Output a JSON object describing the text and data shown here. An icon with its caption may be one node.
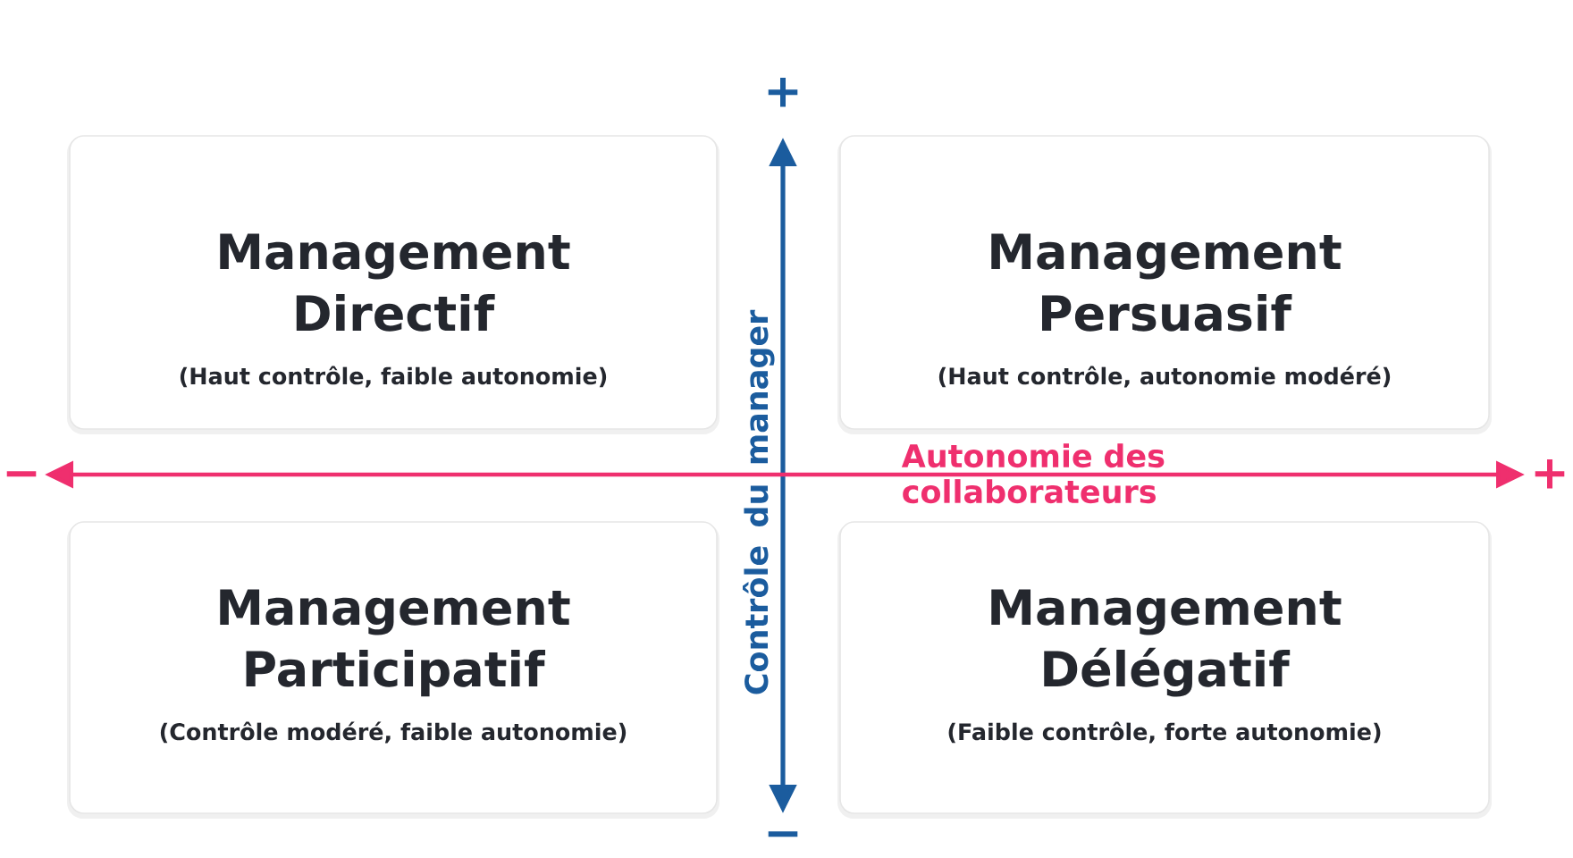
{
  "diagram": {
    "nodes": [
      {
        "text": [
          "Management Directif",
          "(Haut contrôle, faible autonomie)"
        ]
      },
      {
        "text": [
          "Management Persuasif",
          "(Haut contrôle, autonomie modéré)"
        ]
      },
      {
        "text": [
          "Management Participatif",
          "(Contrôle modéré, faible autonomie)"
        ]
      },
      {
        "text": [
          "Management Délégatif",
          "(Faible contrôle, forte autonomie)"
        ]
      }
    ],
    "labels": [
      "+",
      "−",
      "Contrôle du manager",
      "Autonomie des collaborateurs",
      "+",
      "−"
    ]
  }
}
